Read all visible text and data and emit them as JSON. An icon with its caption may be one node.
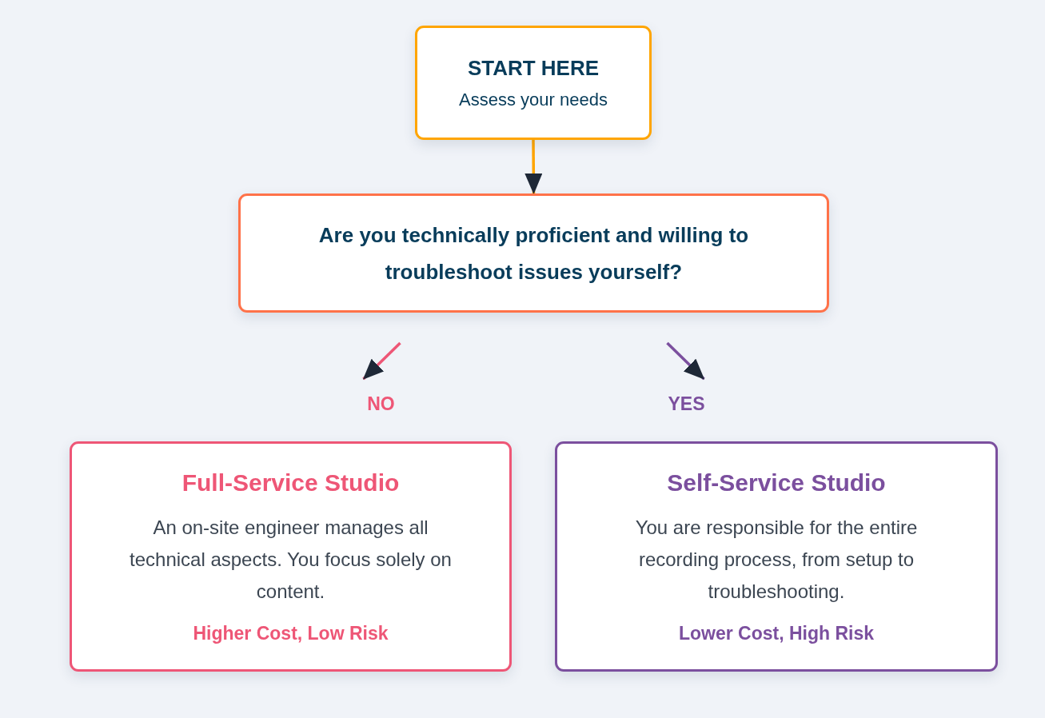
{
  "diagram": {
    "nodes": [
      {
        "text": [
          "START HERE",
          "Assess your needs"
        ]
      },
      {
        "text": [
          "Are you technically proficient and willing to troubleshoot issues yourself?"
        ]
      },
      {
        "text": [
          "Full-Service Studio",
          "An on-site engineer manages all technical aspects. You focus solely on content.",
          "Higher Cost, Low Risk"
        ]
      },
      {
        "text": [
          "Self-Service Studio",
          "You are responsible for the entire recording process, from setup to troubleshooting.",
          "Lower Cost, High Risk"
        ]
      }
    ],
    "edges": [
      {
        "from": 0,
        "to": 1,
        "arrow": "to",
        "color": "#ffa500"
      },
      {
        "from": 1,
        "to": 2,
        "arrow": "to",
        "label": "NO",
        "color": "#ee5676"
      },
      {
        "from": 1,
        "to": 3,
        "arrow": "to",
        "label": "YES",
        "color": "#7b4f9e"
      }
    ]
  }
}
